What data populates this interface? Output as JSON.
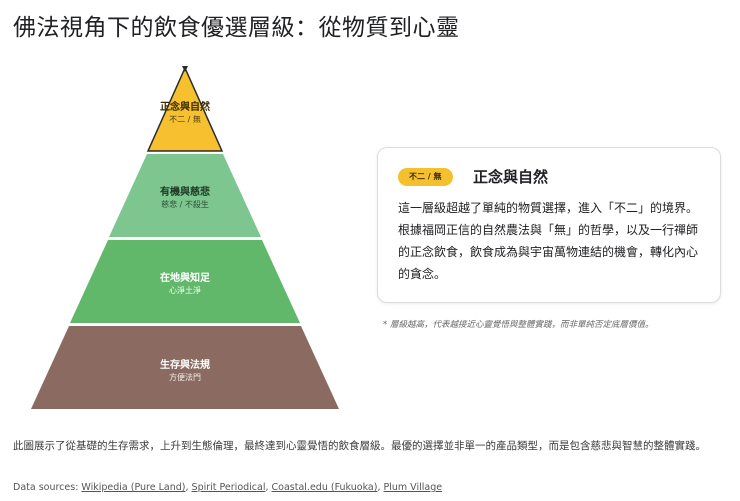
{
  "title": "佛法視角下的飲食優選層級：從物質到心靈",
  "pyramid": {
    "tiers": [
      {
        "title": "正念與自然",
        "subtitle": "不二 / 無",
        "color": "#f6c02f",
        "text_color": "#3a2a00",
        "selected": true
      },
      {
        "title": "有機與慈悲",
        "subtitle": "慈悲 / 不殺生",
        "color": "#7ec690",
        "text_color": "#1f3a24",
        "selected": false
      },
      {
        "title": "在地與知足",
        "subtitle": "心淨土淨",
        "color": "#62b86a",
        "text_color": "#ffffff",
        "selected": false
      },
      {
        "title": "生存與法規",
        "subtitle": "方便法門",
        "color": "#8b6b61",
        "text_color": "#ffffff",
        "selected": false
      }
    ]
  },
  "callout": {
    "badge": "不二 / 無",
    "badge_color": "#f5c02e",
    "title": "正念與自然",
    "body": "這一層級超越了單純的物質選擇，進入「不二」的境界。根據福岡正信的自然農法與「無」的哲學，以及一行禪師的正念飲食，飲食成為與宇宙萬物連結的機會，轉化內心的貪念。"
  },
  "note": "* 層級越高，代表越接近心靈覺悟與整體實踐，而非單純否定底層價值。",
  "summary": "此圖展示了從基礎的生存需求，上升到生態倫理，最終達到心靈覺悟的飲食層級。最優的選擇並非單一的產品類型，而是包含慈悲與智慧的整體實踐。",
  "sources": {
    "label": "Data sources: ",
    "links": [
      "Wikipedia (Pure Land)",
      "Spirit Periodical",
      "Coastal.edu (Fukuoka)",
      "Plum Village"
    ]
  }
}
